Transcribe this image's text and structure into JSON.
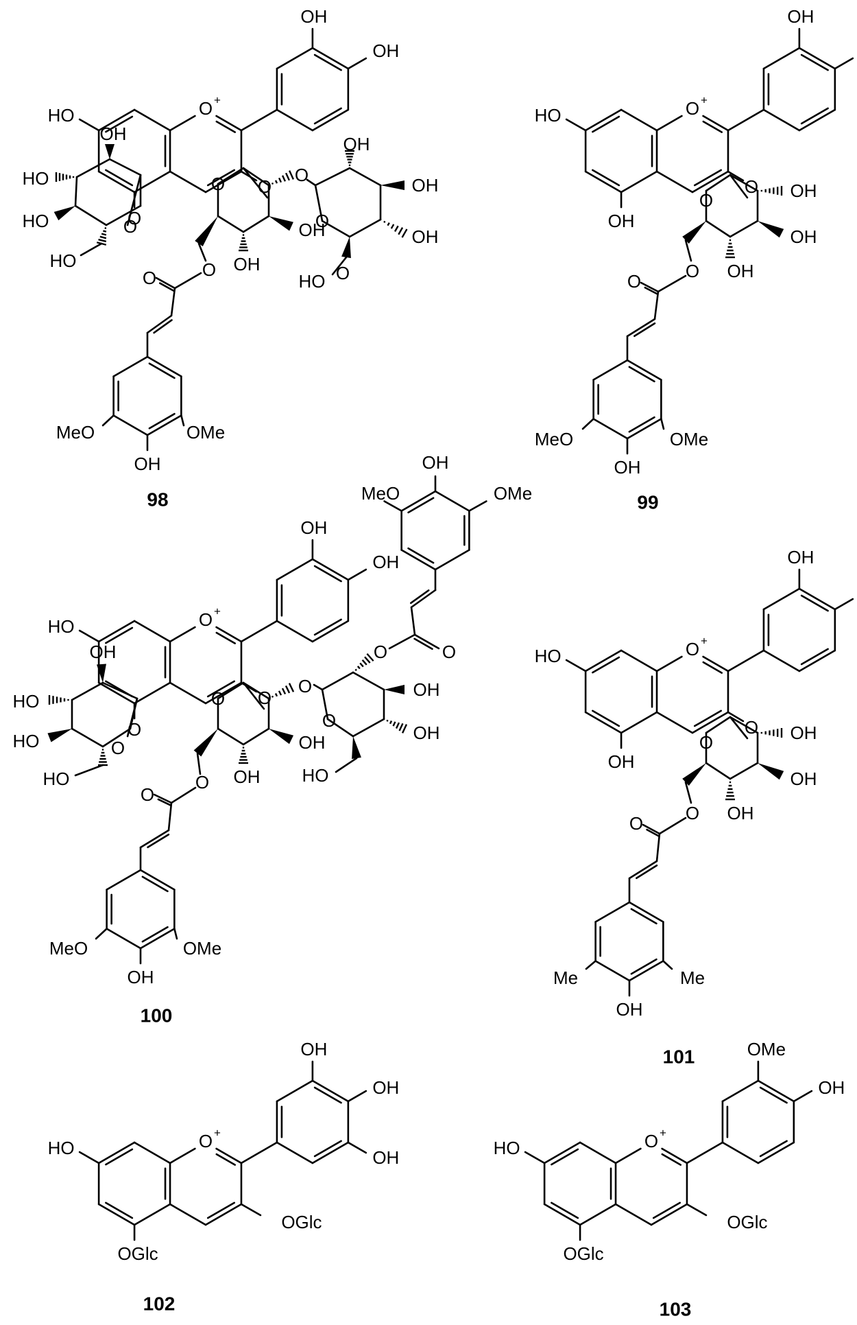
{
  "labels": {
    "OH": "OH",
    "HO": "HO",
    "O": "O",
    "O_plus": "O",
    "plus": "+",
    "MeO": "MeO",
    "OMe": "OMe",
    "Me": "Me",
    "OGlc": "OGlc"
  },
  "compounds": [
    {
      "id": "98",
      "label": "98"
    },
    {
      "id": "99",
      "label": "99"
    },
    {
      "id": "100",
      "label": "100"
    },
    {
      "id": "101",
      "label": "101"
    },
    {
      "id": "102",
      "label": "102"
    },
    {
      "id": "103",
      "label": "103"
    }
  ]
}
